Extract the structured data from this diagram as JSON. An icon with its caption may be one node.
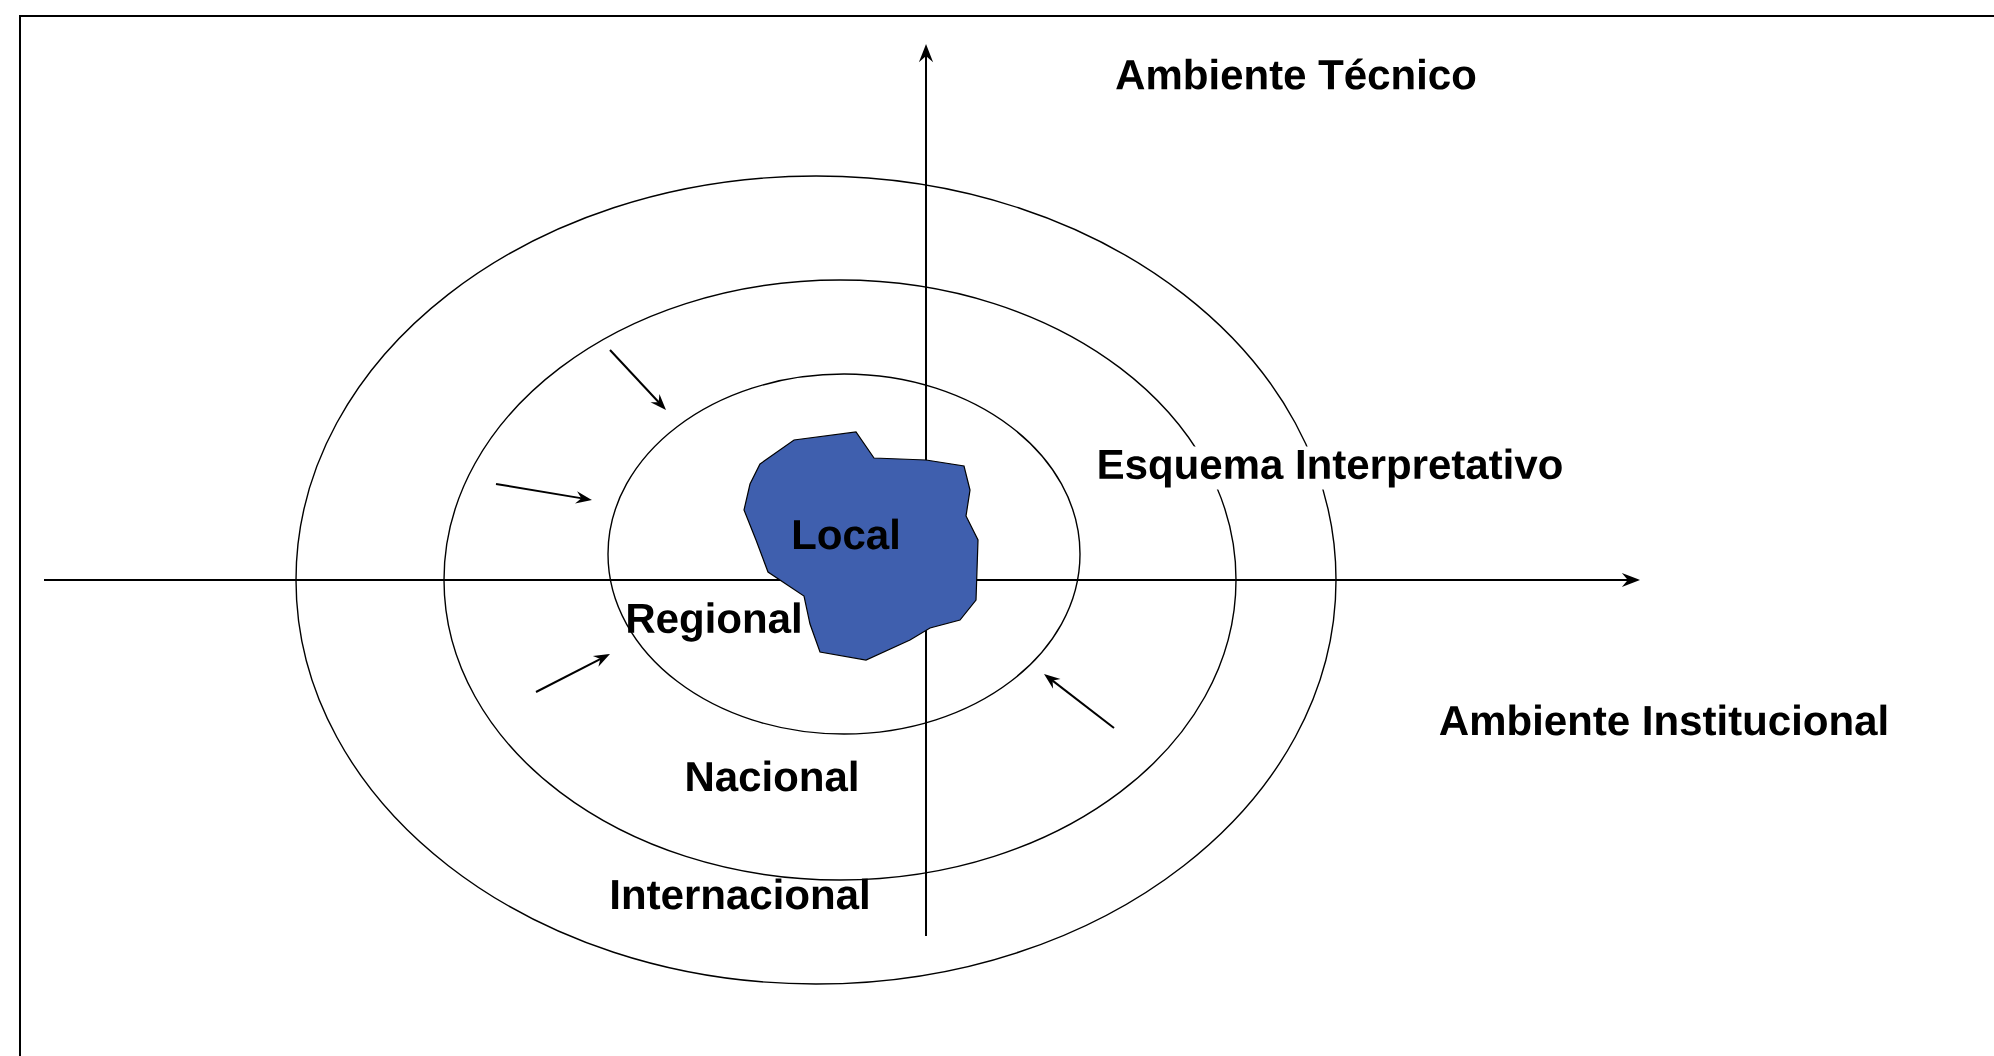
{
  "diagram": {
    "nodes": [
      {
        "text": [
          "Internacional"
        ]
      },
      {
        "text": [
          "Nacional"
        ],
        "in": 0
      },
      {
        "text": [
          "Regional"
        ],
        "in": 1
      },
      {
        "text": [
          "Local"
        ],
        "in": 2
      }
    ],
    "labels": [
      "Ambiente Técnico",
      "Esquema Interpretativo",
      "Ambiente Institucional"
    ]
  }
}
